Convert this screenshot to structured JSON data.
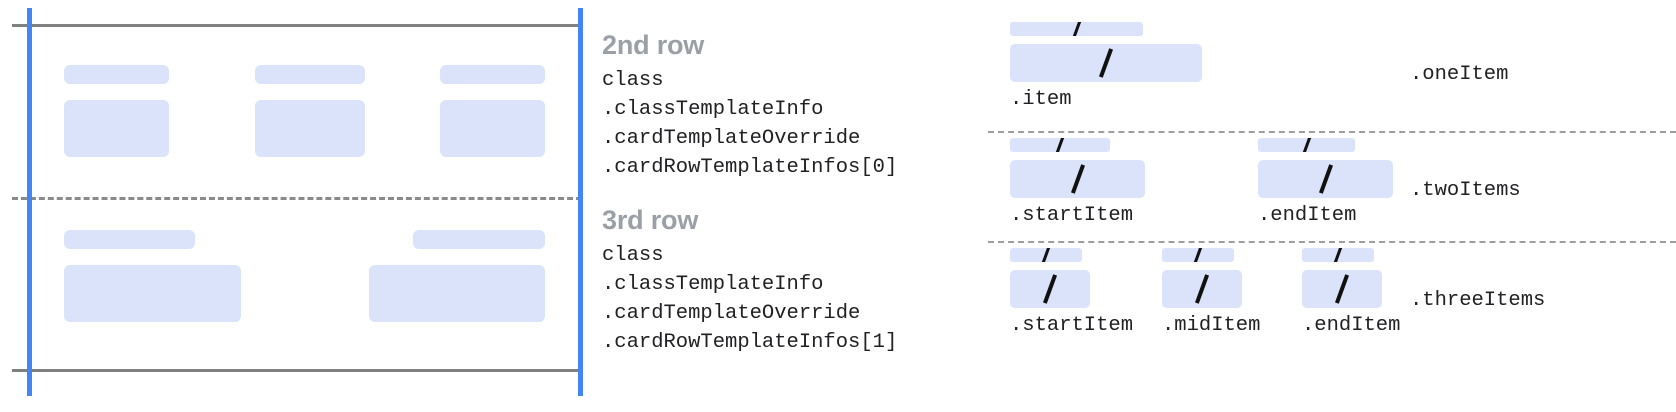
{
  "left_diagram": {
    "name": "card-layout-mock",
    "divider_style": "dashed",
    "boundary_color": "#808080",
    "edge_marker_color": "#4285f4",
    "block_color": "#dae3f9",
    "rows": [
      {
        "name": "second-row",
        "cells": [
          {
            "label_bar": true,
            "content_box": true
          },
          {
            "label_bar": true,
            "content_box": true
          },
          {
            "label_bar": true,
            "content_box": true
          }
        ]
      },
      {
        "name": "third-row",
        "cells": [
          {
            "label_bar": true,
            "content_box": true
          },
          {
            "label_bar": true,
            "content_box": true
          }
        ]
      }
    ]
  },
  "annotations": [
    {
      "title": "2nd row",
      "lines": [
        "class",
        ".classTemplateInfo",
        ".cardTemplateOverride",
        ".cardRowTemplateInfos[0]"
      ]
    },
    {
      "title": "3rd row",
      "lines": [
        "class",
        ".classTemplateInfo",
        ".cardTemplateOverride",
        ".cardRowTemplateInfos[1]"
      ]
    }
  ],
  "variants": [
    {
      "name": "one-item",
      "label": ".oneItem",
      "items": [
        {
          "label": ".item"
        }
      ]
    },
    {
      "name": "two-items",
      "label": ".twoItems",
      "items": [
        {
          "label": ".startItem"
        },
        {
          "label": ".endItem"
        }
      ]
    },
    {
      "name": "three-items",
      "label": ".threeItems",
      "items": [
        {
          "label": ".startItem"
        },
        {
          "label": ".midItem"
        },
        {
          "label": ".endItem"
        }
      ]
    }
  ],
  "colors": {
    "block_fill": "#dae3f9",
    "accent_blue": "#4285f4",
    "rule_gray": "#808080",
    "title_gray": "#9aa0a6",
    "text_black": "#202124",
    "background": "#ffffff"
  }
}
